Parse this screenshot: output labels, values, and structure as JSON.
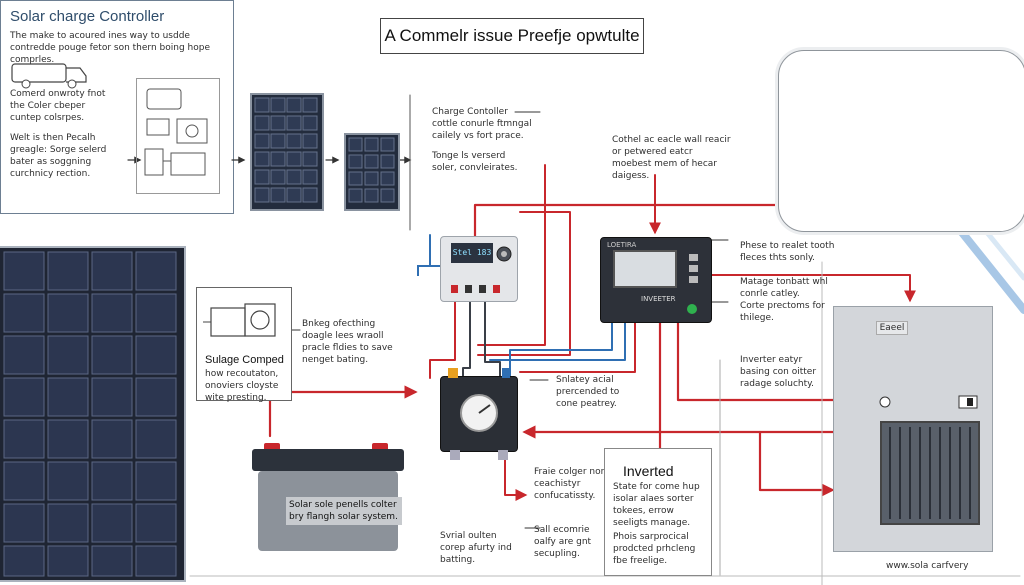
{
  "intro": {
    "title": "Solar charge Controller",
    "paragraph1": "The make to acoured ines way to usdde contredde pouge fetor son thern boing hope comprles.",
    "paragraph2": "Comerd onwroty fnot the Coler cbeper cuntep colsrpes.",
    "paragraph3": "Welt is then Pecalh greagle: Sorge selerd bater as soggning curchnicy rection."
  },
  "diagram_title": "A Commelr issue Preefje opwtulte",
  "charge_controller_note": {
    "title": "Charge Contoller",
    "text": "cottle conurle ftmngal cailely vs fort prace."
  },
  "tonge_note": "Tonge ls verserd soler, convleirates.",
  "cothel_note": "Cothel ac eacle wall reacir or petwered eatcr moebest mem of hecar daigess.",
  "right_notes": {
    "note1": "Phese to realet tooth fleces thts sonly.",
    "note2": "Matage tonbatt whl conrle catley.",
    "note3": "Corte prectoms for thilege."
  },
  "controller_screen": "Stel 183",
  "inverter_device": {
    "top_label": "LOETIRA",
    "bottom_label": "INVEETER"
  },
  "sulage_box": {
    "title": "Sulage Comped",
    "text": "how recoutaton, onoviers cloyste wite presting."
  },
  "bnkeg_note": "Bnkeg ofecthing doagle lees wraoll pracle fldies to save nenget bating.",
  "snlatey_note": "Snlatey acial prercended to cone peatrey.",
  "inverter_note": "Inverter eatyr basing con oitter radage soluchty.",
  "cabinet_label": "Eaeel",
  "battery_label": "Solar sole penells colter bry flangh solar system.",
  "fraie_note": "Fraie colger non ceachistyr confucatissty.",
  "inverted_box": {
    "title": "Inverted",
    "text1": "State for come hup isolar alaes sorter tokees, errow seeligts manage.",
    "text2": "Phois sarprocical prodcted prhcleng fbe freelige."
  },
  "svrial_note": "Svrial oulten corep afurty ind batting.",
  "sall_note": "Sall ecomrie oalfy are gnt secupling.",
  "footer": "www.sola carfvery",
  "colors": {
    "wire_red": "#c8272c",
    "wire_dark": "#3a3f47",
    "wire_blue": "#2f6fb3",
    "accent_green": "#2fb14e"
  }
}
